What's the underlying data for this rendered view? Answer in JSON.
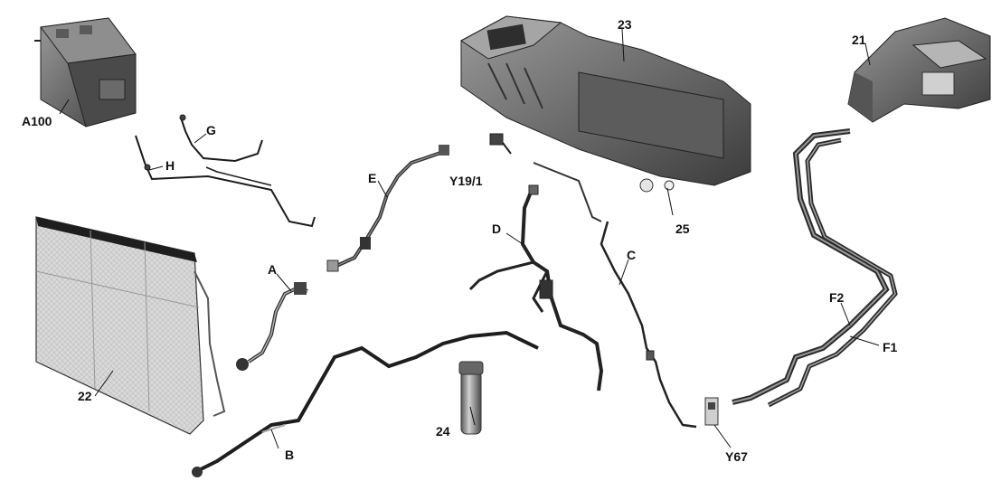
{
  "labels": {
    "a100": "A100",
    "h": "H",
    "g": "G",
    "e": "E",
    "y19_1": "Y19/1",
    "n23": "23",
    "n21": "21",
    "n25": "25",
    "d": "D",
    "c": "C",
    "a": "A",
    "n22": "22",
    "b": "B",
    "n24": "24",
    "f2": "F2",
    "f1": "F1",
    "y67": "Y67"
  },
  "colors": {
    "line": "#1a1a1a",
    "part_dark": "#3a3a3a",
    "part_mid": "#7a7a7a",
    "part_light": "#c8c8c8",
    "background": "#ffffff"
  }
}
